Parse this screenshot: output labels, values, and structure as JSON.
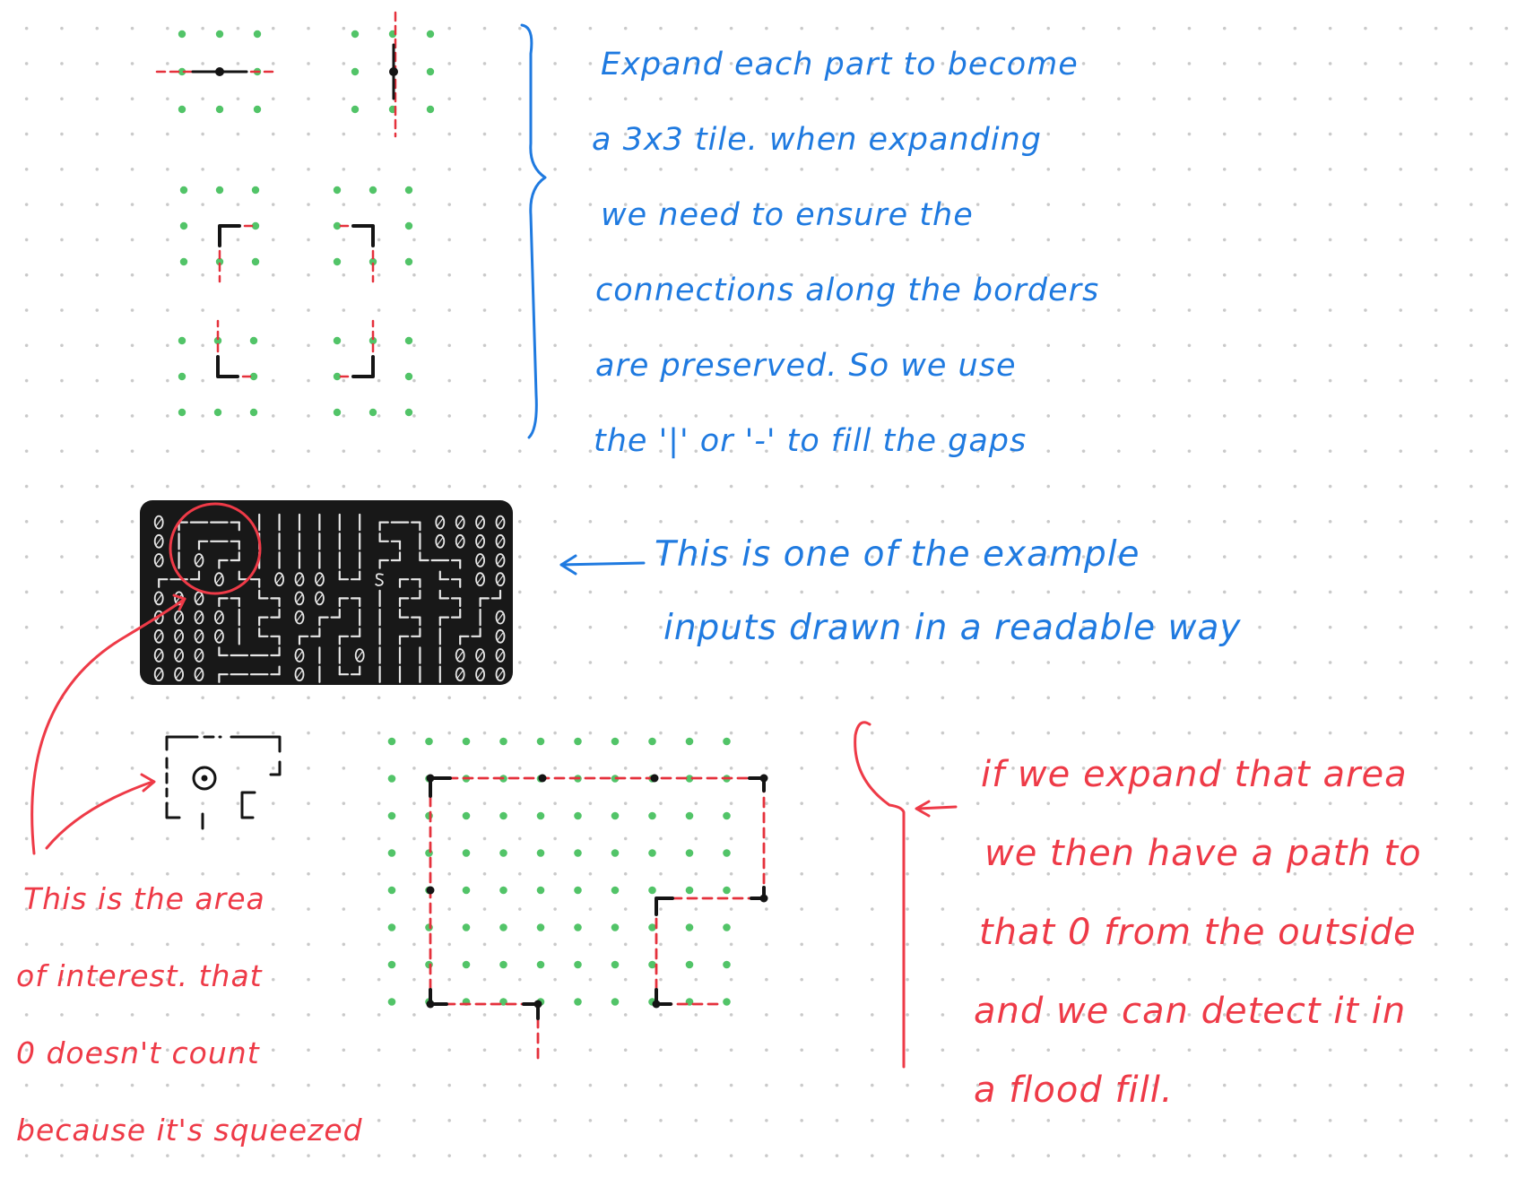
{
  "notes": {
    "expand": {
      "color": "#1f7ae0",
      "lines": [
        "Expand each part to become",
        "a 3x3 tile. when expanding",
        "we need to ensure the",
        "connections along the borders",
        "are preserved. So we use",
        "the '|' or '-' to fill the gaps"
      ]
    },
    "example": {
      "color": "#1f7ae0",
      "lines": [
        "This is one of the example",
        "inputs drawn in a readable way"
      ]
    },
    "interest": {
      "color": "#ee3a47",
      "lines": [
        "This is the area",
        "of interest. that",
        "0 doesn't count",
        "because it's squeezed"
      ]
    },
    "flood": {
      "color": "#ee3a47",
      "lines": [
        "if we expand that area",
        "we then have a path to",
        "that 0 from the outside",
        "and we can detect it in",
        "a flood fill."
      ]
    }
  },
  "pipe_map": {
    "rows": [
      "0┌──┐||||||┌─┐0000",
      "0|┌─┐||||||└┐|0000",
      "0|0┌┘||||||┌┘└─┐00",
      "┌─┘0└┐000└┘S┌┐└┐00",
      "000┌┐└┐00┌┐|┌┘└┐┌┘",
      "0000|┌┘0┌┘||└┐┌┘|0",
      "0000|└┐┌┘┌┘|┌┘|┌┘0",
      "000└──┘0||0||||000",
      "000┌──┘0|└┘||||000"
    ]
  },
  "colors": {
    "wall": "#141414",
    "fill_connection": "#e5313c",
    "expanded_cell": "#52c468",
    "annotation_red": "#ee3a47",
    "annotation_blue": "#1f7ae0",
    "terminal_bg": "#181818",
    "terminal_text": "#e6e6e6"
  }
}
